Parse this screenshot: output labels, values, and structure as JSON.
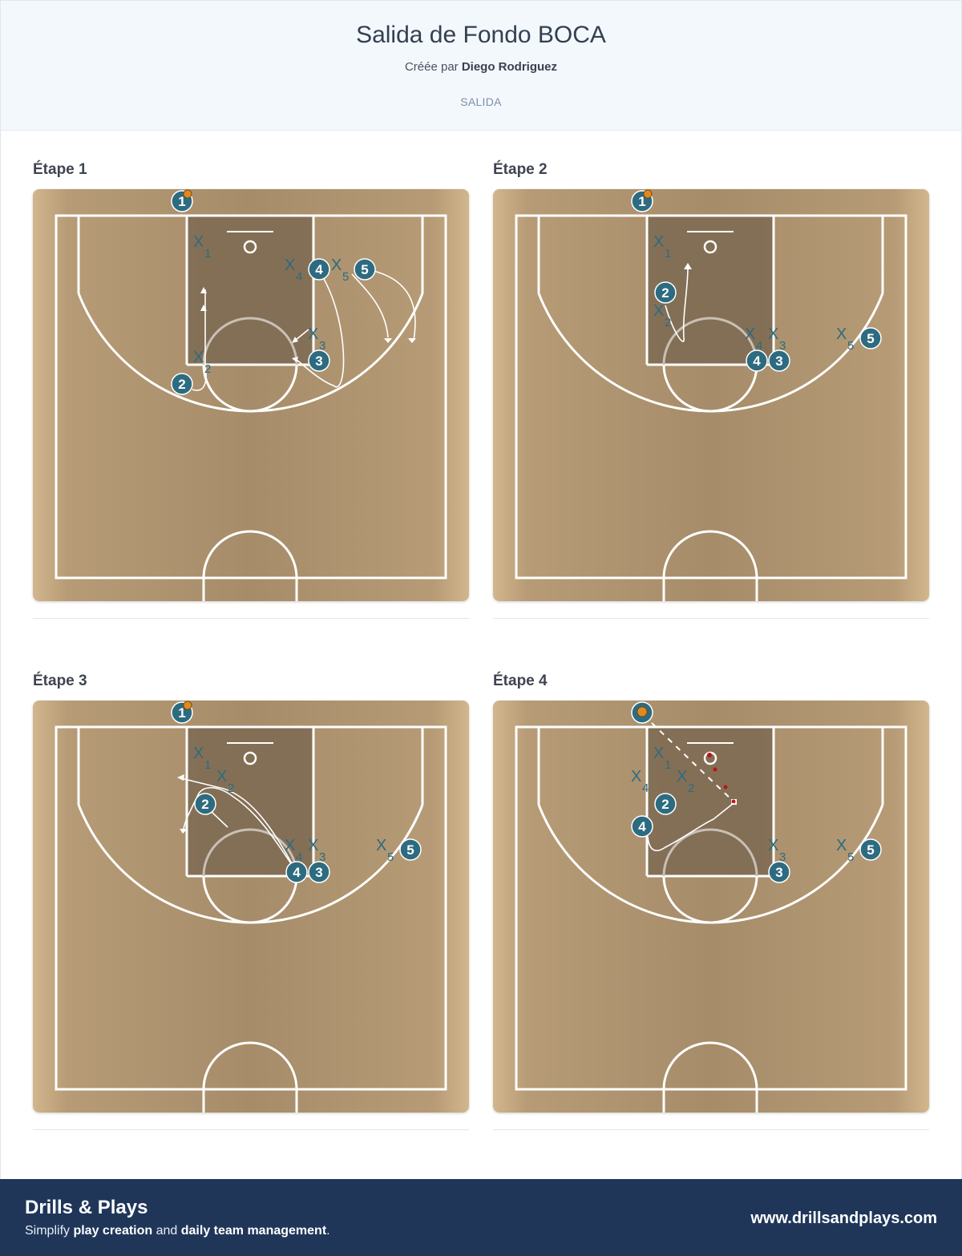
{
  "header": {
    "title": "Salida de Fondo BOCA",
    "byline_prefix": "Créée par",
    "author": "Diego Rodriguez",
    "tag": "SALIDA"
  },
  "steps": [
    {
      "label": "Étape 1",
      "players": [
        {
          "id": "1",
          "ball": true
        },
        {
          "id": "2"
        },
        {
          "id": "3"
        },
        {
          "id": "4"
        },
        {
          "id": "5"
        }
      ],
      "defenders": [
        "X1",
        "X2",
        "X3",
        "X4",
        "X5"
      ]
    },
    {
      "label": "Étape 2",
      "players": [
        {
          "id": "1",
          "ball": true
        },
        {
          "id": "2"
        },
        {
          "id": "3"
        },
        {
          "id": "4"
        },
        {
          "id": "5"
        }
      ],
      "defenders": [
        "X1",
        "X2",
        "X3",
        "X4",
        "X5"
      ]
    },
    {
      "label": "Étape 3",
      "players": [
        {
          "id": "1",
          "ball": true
        },
        {
          "id": "2"
        },
        {
          "id": "3"
        },
        {
          "id": "4"
        },
        {
          "id": "5"
        }
      ],
      "defenders": [
        "X1",
        "X2",
        "X3",
        "X4",
        "X5"
      ]
    },
    {
      "label": "Étape 4",
      "players": [
        {
          "id": "",
          "ball": true
        },
        {
          "id": "2"
        },
        {
          "id": "3"
        },
        {
          "id": "4"
        },
        {
          "id": "5"
        }
      ],
      "defenders": [
        "X1",
        "X2",
        "X3",
        "X4",
        "X5"
      ]
    }
  ],
  "footer": {
    "brand": "Drills & Plays",
    "slogan_1": "Simplify ",
    "slogan_b1": "play creation",
    "slogan_2": " and ",
    "slogan_b2": "daily team management",
    "slogan_3": ".",
    "website": "www.drillsandplays.com"
  },
  "colors": {
    "player_fill": "#2d6b80",
    "defender_text": "#2d6b80",
    "court_light": "#d0b58e",
    "court_dark": "#a88e6a",
    "paint": "#7c6a52",
    "footer_bg": "#1f3659"
  }
}
